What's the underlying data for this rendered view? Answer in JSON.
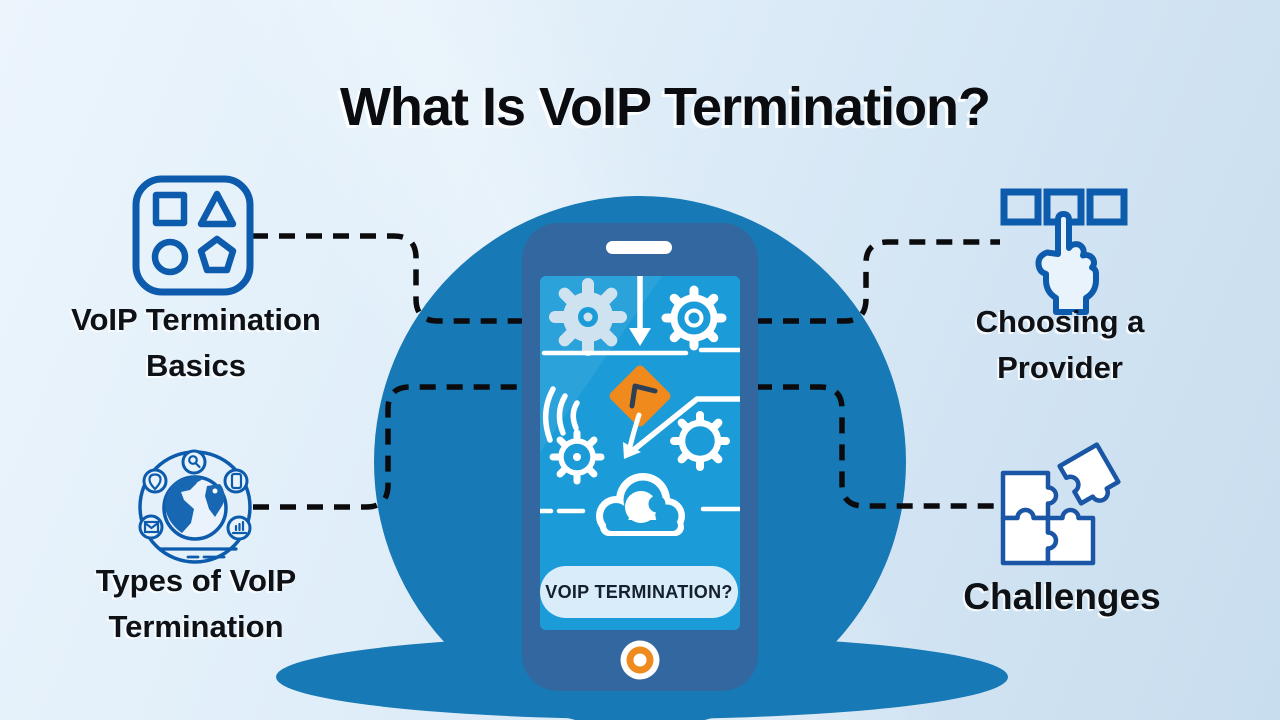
{
  "title": "What Is VoIP Termination?",
  "center_phone": {
    "screen_question": "VOIP TERMINATION?",
    "icons": [
      "gear-icon",
      "down-arrow-icon",
      "sound-waves-icon",
      "road-sign-diamond-icon",
      "cloud-icon",
      "home-button"
    ]
  },
  "sections": [
    {
      "id": "basics",
      "label": "VoIP Termination\nBasics",
      "icon": "shapes-icon",
      "position": "top-left"
    },
    {
      "id": "types",
      "label": "Types of VoIP\nTermination",
      "icon": "globe-network-icon",
      "position": "bottom-left"
    },
    {
      "id": "provider",
      "label": "Choosing a\nProvider",
      "icon": "select-hand-icon",
      "position": "top-right"
    },
    {
      "id": "challenges",
      "label": "Challenges",
      "icon": "puzzle-icon",
      "position": "bottom-right"
    }
  ],
  "colors": {
    "background_light": "#e0eef9",
    "background_deep": "#c8ddee",
    "circle_blue": "#1779b5",
    "phone_body_blue": "#32689f",
    "phone_screen_blue": "#1b9bd8",
    "icon_outline_blue": "#0d5bac",
    "diamond_orange": "#f18a1c",
    "home_button_orange": "#ef8b1e",
    "pill_background": "#d8ecf9",
    "connector_black": "#0b0b0e",
    "text_black": "#0e1116"
  }
}
